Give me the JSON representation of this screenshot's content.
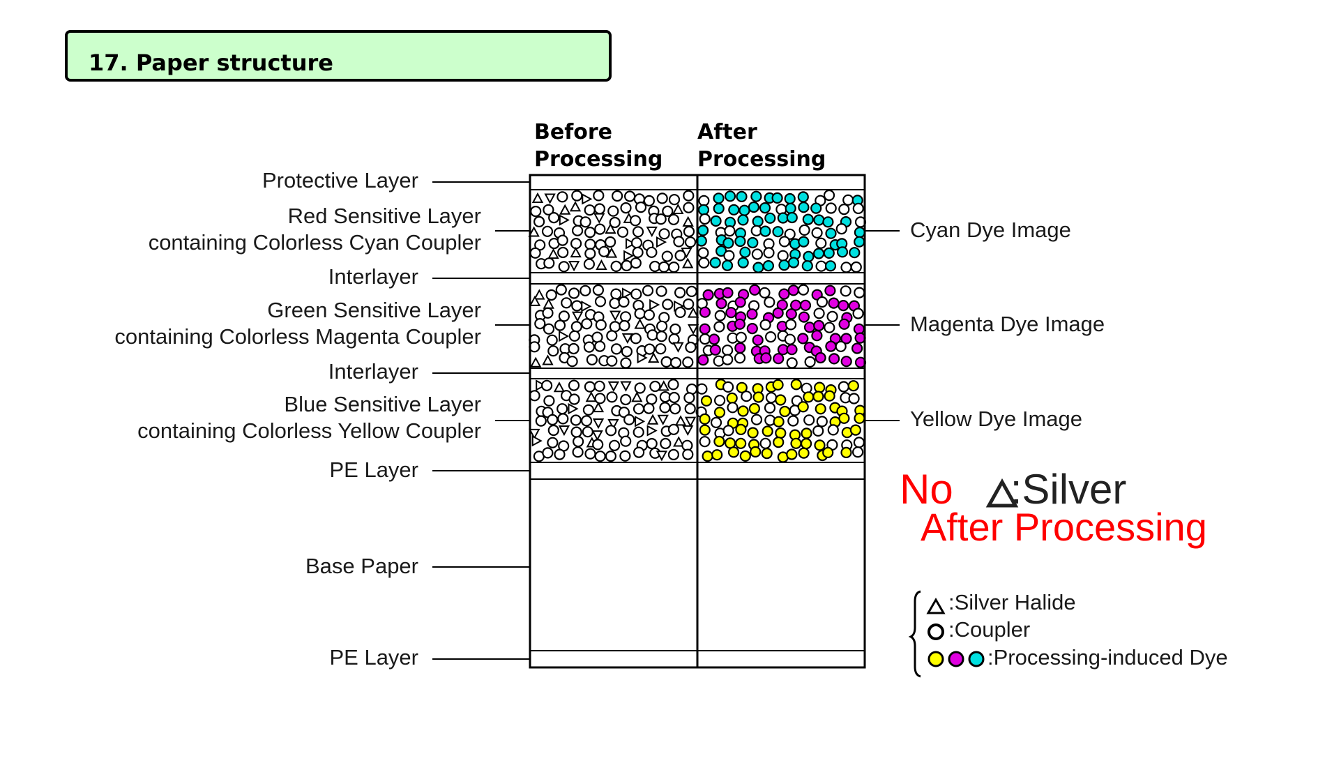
{
  "title": "17. Paper structure",
  "columns": {
    "before": [
      "Before",
      "Processing"
    ],
    "after": [
      "After",
      "Processing"
    ]
  },
  "left_labels": {
    "protective": "Protective Layer",
    "red": [
      "Red Sensitive Layer",
      "containing Colorless Cyan Coupler"
    ],
    "interlayer1": "Interlayer",
    "green": [
      "Green Sensitive Layer",
      "containing Colorless Magenta Coupler"
    ],
    "interlayer2": "Interlayer",
    "blue": [
      "Blue Sensitive Layer",
      "containing Colorless Yellow Coupler"
    ],
    "pe_top": "PE Layer",
    "base": "Base Paper",
    "pe_bottom": "PE Layer"
  },
  "right_labels": {
    "cyan": "Cyan Dye Image",
    "magenta": "Magenta Dye Image",
    "yellow": "Yellow Dye Image"
  },
  "note": {
    "no": "No",
    "silver": ":Silver",
    "after": "After Processing"
  },
  "legend": {
    "silver_halide": ":Silver Halide",
    "coupler": ":Coupler",
    "dye": ":Processing-induced Dye"
  },
  "colors": {
    "cyan": "#00e0e0",
    "magenta": "#e000e0",
    "yellow": "#ffff00",
    "title_bg": "#ccffcc",
    "note_red": "#ff0000"
  }
}
